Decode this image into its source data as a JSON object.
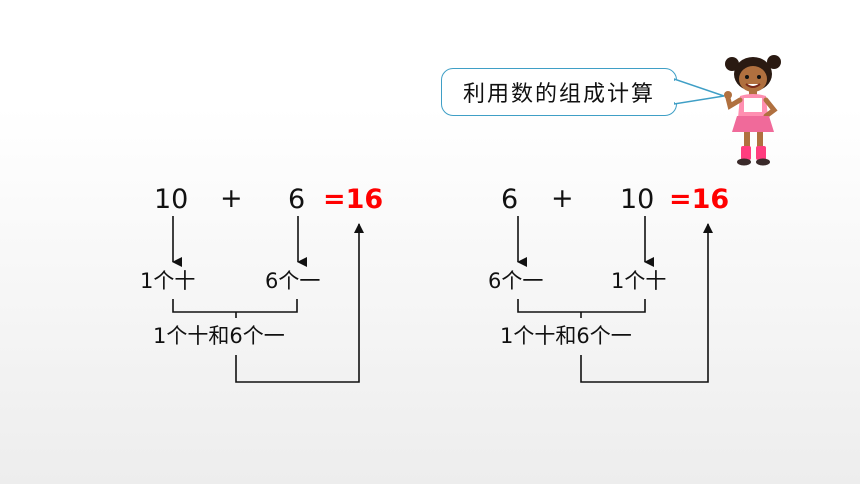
{
  "bubble": {
    "text": "利用数的组成计算"
  },
  "left": {
    "a": "10",
    "op": "+",
    "b": "6",
    "result": "=16",
    "a_parts": "1个十",
    "b_parts": "6个一",
    "combined": "1个十和6个一"
  },
  "right": {
    "a": "6",
    "op": "+",
    "b": "10",
    "result": "=16",
    "a_parts": "6个一",
    "b_parts": "1个十",
    "combined": "1个十和6个一"
  },
  "colors": {
    "result": "#ff0000",
    "bubble_border": "#3f9fc6",
    "text": "#111111"
  }
}
